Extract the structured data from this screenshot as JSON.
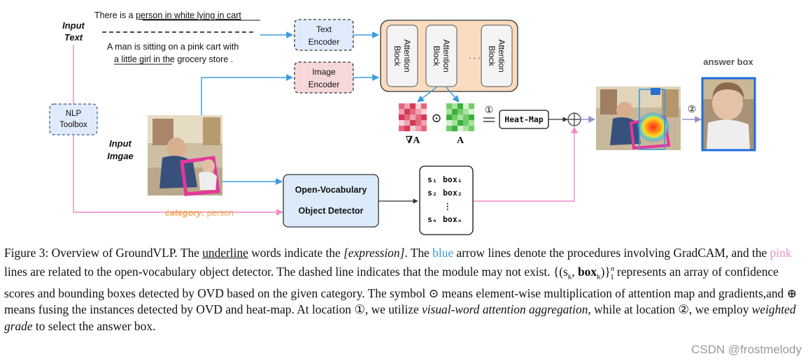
{
  "figure": {
    "input_text_label": "Input\nText",
    "text_sample_1": {
      "prefix": "There is a ",
      "underlined": "person in white lying in cart"
    },
    "text_sample_2": {
      "line1": "A man is sitting on a pink cart with",
      "underlined": "a little girl",
      "suffix": " in the grocery store ."
    },
    "nlp_toolbox": "NLP\nToolbox",
    "input_image_label": "Input\nImgae",
    "text_encoder": "Text\nEncoder",
    "image_encoder": "Image\nEncoder",
    "attention_blocks": [
      "Attention\nBlock",
      "Attention\nBlock",
      "Attention\nBlock"
    ],
    "ellipsis": ". . . . .",
    "grad_label": "∇A",
    "attn_label": "A",
    "odot": "⊙",
    "loc1": "①",
    "heatmap_label": "Heat-Map",
    "oplus": "⊕",
    "loc2": "②",
    "answer_box_label": "answer box",
    "ovd_label": "Open-Vocabulary\nObject Detector",
    "category_label": "category:",
    "category_value": " person",
    "output_rows": [
      {
        "s": "s₁",
        "box": "box₁"
      },
      {
        "s": "s₂",
        "box": "box₂"
      },
      {
        "s": "⋮",
        "box": ""
      },
      {
        "s": "sₙ",
        "box": "boxₙ"
      }
    ],
    "colors": {
      "blue_arrow": "#3a9be0",
      "pink_arrow": "#ee8cc6",
      "text_encoder_fill": "#dfeafa",
      "image_encoder_fill": "#f6d8d8",
      "attention_container_fill": "#fbdcc0",
      "ovd_fill": "#dcebfa",
      "category_orange": "#f5a64c"
    }
  },
  "caption": {
    "p1": "Figure 3: Overview of GroundVLP. The ",
    "p2": "underline",
    "p3": " words indicate the ",
    "p4": "[expression]",
    "p5": ". The ",
    "p6": "blue",
    "p7": " arrow lines denote the procedures involving GradCAM, and the ",
    "p8": "pink",
    "p9": " lines are related to the open-vocabulary object detector. The dashed line indicates that the module may not exist. ",
    "p10": "{(s",
    "p11": "k",
    "p12": ", ",
    "p13": "box",
    "p14": "k",
    "p15": ")}",
    "p16": "n",
    "p17": "1",
    "p18": " represents an array of confidence scores and bounding boxes detected by OVD based on the given category. The symbol ⊙ means element-wise multiplication of attention map and gradients,and ⊕ means fusing the instances detected by OVD and heat-map. At location ①, we utilize ",
    "p19": "visual-word attention aggregation",
    "p20": ", while at location ②, we employ ",
    "p21": "weighted grade",
    "p22": " to select the answer box."
  },
  "watermark": "CSDN @frostmelody"
}
